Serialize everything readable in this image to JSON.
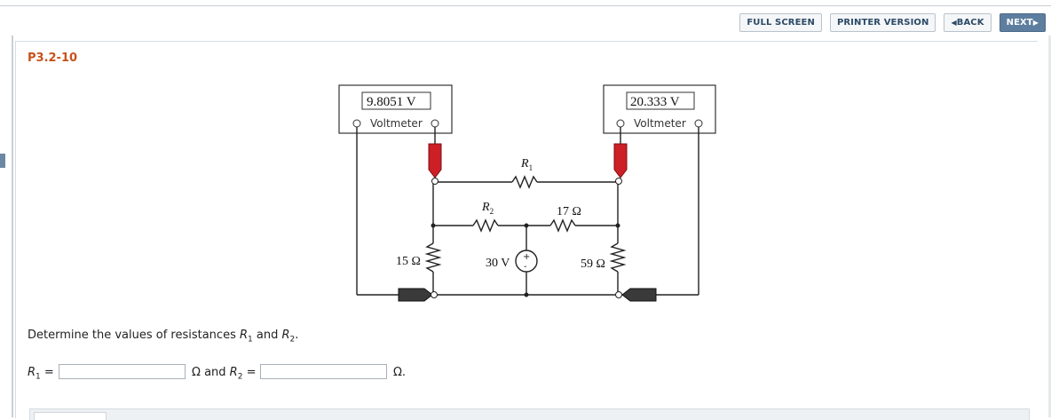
{
  "toolbar": {
    "full_screen": "FULL SCREEN",
    "printer_version": "PRINTER VERSION",
    "back": "BACK",
    "next": "NEXT"
  },
  "problem": {
    "id": "P3.2-10"
  },
  "circuit": {
    "voltmeter_left": {
      "reading": "9.8051 V",
      "label": "Voltmeter"
    },
    "voltmeter_right": {
      "reading": "20.333 V",
      "label": "Voltmeter"
    },
    "r1_label": "R",
    "r1_sub": "1",
    "r2_label": "R",
    "r2_sub": "2",
    "res_17": "17 Ω",
    "res_15": "15 Ω",
    "res_59": "59 Ω",
    "source": "30 V"
  },
  "question": {
    "text_before": "Determine the values of resistances ",
    "r1": "R",
    "r1_sub": "1",
    "and": " and ",
    "r2": "R",
    "r2_sub": "2",
    "end": "."
  },
  "answers": {
    "r1_label": "R",
    "r1_sub": "1",
    "eq": "=",
    "unit_and": "Ω and ",
    "r2_label": "R",
    "r2_sub": "2",
    "unit_end": "Ω.",
    "r1_value": "",
    "r2_value": ""
  },
  "colors": {
    "accent_orange": "#c8511b",
    "probe_red": "#cc1f26",
    "probe_dark": "#333333"
  }
}
